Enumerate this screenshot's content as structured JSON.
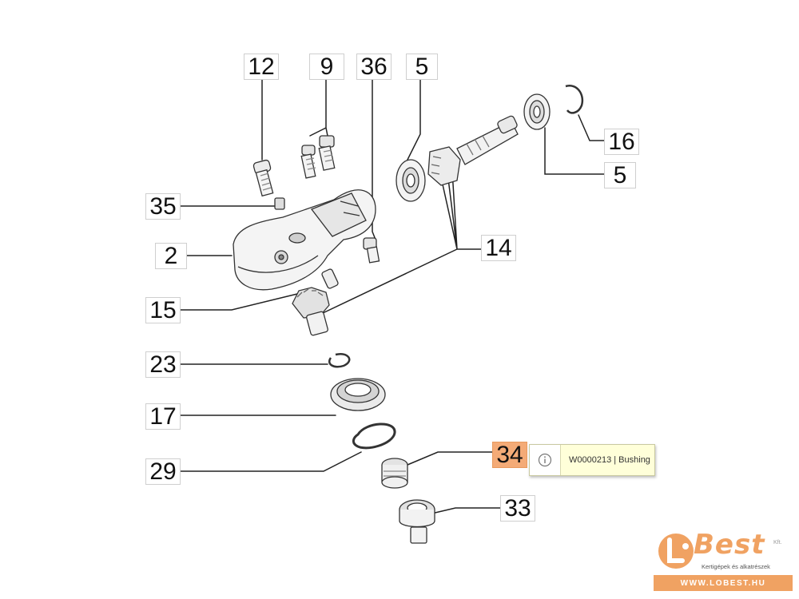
{
  "callouts": [
    {
      "id": "12",
      "label": "12"
    },
    {
      "id": "9",
      "label": "9"
    },
    {
      "id": "36",
      "label": "36"
    },
    {
      "id": "5a",
      "label": "5"
    },
    {
      "id": "16",
      "label": "16"
    },
    {
      "id": "5b",
      "label": "5"
    },
    {
      "id": "35",
      "label": "35"
    },
    {
      "id": "2",
      "label": "2"
    },
    {
      "id": "14",
      "label": "14"
    },
    {
      "id": "15",
      "label": "15"
    },
    {
      "id": "23",
      "label": "23"
    },
    {
      "id": "17",
      "label": "17"
    },
    {
      "id": "29",
      "label": "29"
    },
    {
      "id": "34",
      "label": "34",
      "highlighted": true
    },
    {
      "id": "33",
      "label": "33"
    }
  ],
  "tooltip": {
    "icon": "info-icon",
    "text": "W0000213 | Bushing"
  },
  "logo": {
    "brand": "Best",
    "suffix": "Kft.",
    "tagline": "Kertigépek és alkatrészek",
    "url": "WWW.LOBEST.HU"
  },
  "colors": {
    "highlight": "#f4ab77",
    "brand": "#f0a262",
    "tooltip_bg": "#ffffd9"
  }
}
